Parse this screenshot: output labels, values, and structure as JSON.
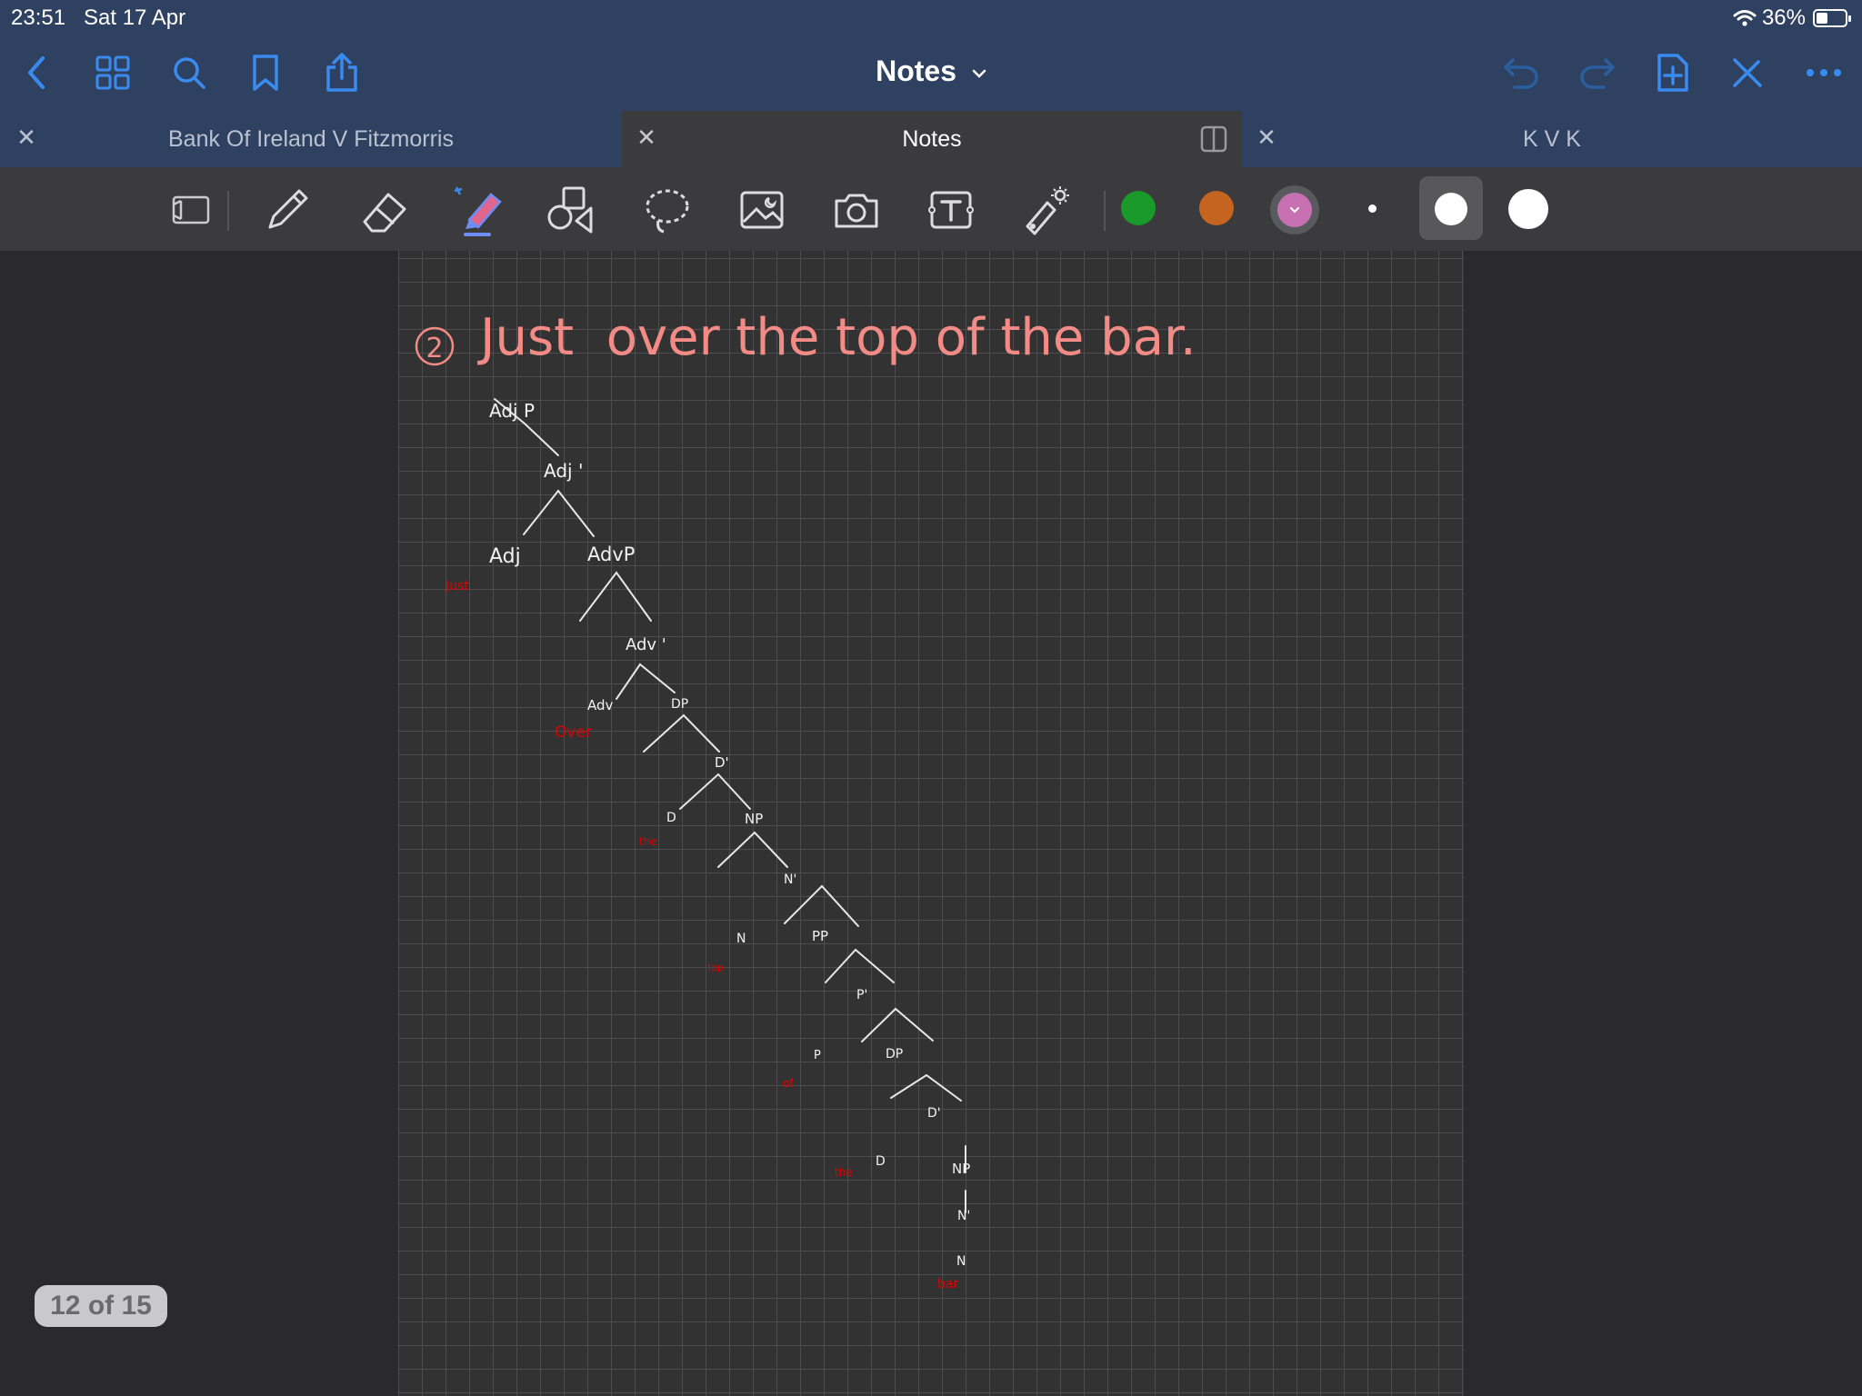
{
  "status": {
    "time": "23:51",
    "date": "Sat 17 Apr",
    "battery": "36%"
  },
  "nav": {
    "title": "Notes",
    "title_chevron": "chevron-down-icon"
  },
  "tabs": [
    {
      "label": "Bank Of Ireland V Fitzmorris",
      "active": false
    },
    {
      "label": "Notes",
      "active": true
    },
    {
      "label": "K V K",
      "active": false
    }
  ],
  "toolbar": {
    "tools": [
      "page-view",
      "pen",
      "eraser",
      "highlighter",
      "shapes",
      "lasso",
      "image",
      "camera",
      "text",
      "laser-pointer"
    ],
    "colors": {
      "green": "#1a9a2a",
      "orange": "#c4641f",
      "pink": "#c771b3"
    }
  },
  "note": {
    "heading_number": "2",
    "heading": "Just  over the top of the bar.",
    "heading_color": "#f28b86",
    "tree": {
      "adjp": "Adj P",
      "adj_bar": "Adj '",
      "adj": "Adj",
      "advp": "AdvP",
      "adv_bar": "Adv '",
      "adv": "Adv",
      "dp1": "DP",
      "d_bar1": "D'",
      "d1": "D",
      "np1": "NP",
      "n_bar1": "N'",
      "n1": "N",
      "pp": "PP",
      "p_bar": "P'",
      "p": "P",
      "dp2": "DP",
      "d_bar2": "D'",
      "d2": "D",
      "np2": "NP",
      "n_bar2": "N'",
      "n2": "N"
    },
    "words": {
      "just": "Just",
      "over": "Over",
      "the1": "the",
      "top": "top",
      "of": "of",
      "the2": "the",
      "bar": "bar"
    },
    "word_color": "#e00000"
  },
  "page_indicator": "12 of 15"
}
